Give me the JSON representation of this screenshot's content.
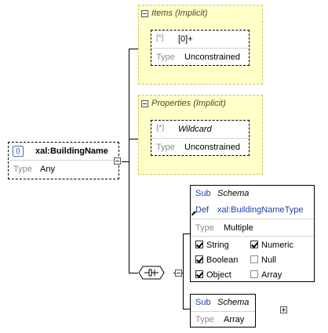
{
  "root": {
    "icon": "element-icon",
    "name": "xal:BuildingName",
    "type_label": "Type",
    "type_value": "Any"
  },
  "items_group": {
    "title": "Items (Implicit)",
    "icon": "array-item-icon",
    "name": "[0]+",
    "type_label": "Type",
    "type_value": "Unconstrained"
  },
  "properties_group": {
    "title": "Properties (Implicit)",
    "icon": "wildcard-icon",
    "name": "Wildcard",
    "type_label": "Type",
    "type_value": "Unconstrained"
  },
  "schema_box": {
    "sub_label": "Sub",
    "sub_value": "Schema",
    "def_label": "Def",
    "def_value": "xal:BuildingNameType",
    "type_label": "Type",
    "type_value": "Multiple",
    "checks": [
      {
        "label": "String",
        "checked": true
      },
      {
        "label": "Numeric",
        "checked": true
      },
      {
        "label": "Boolean",
        "checked": true
      },
      {
        "label": "Null",
        "checked": false
      },
      {
        "label": "Object",
        "checked": true
      },
      {
        "label": "Array",
        "checked": false
      }
    ]
  },
  "array_box": {
    "sub_label": "Sub",
    "sub_value": "Schema",
    "type_label": "Type",
    "type_value": "Array"
  },
  "colors": {
    "implicit_bg": "#ffffc8",
    "implicit_border": "#c9c96a",
    "accent_blue": "#1f3fa6",
    "label_gray": "#8c8c8c"
  }
}
